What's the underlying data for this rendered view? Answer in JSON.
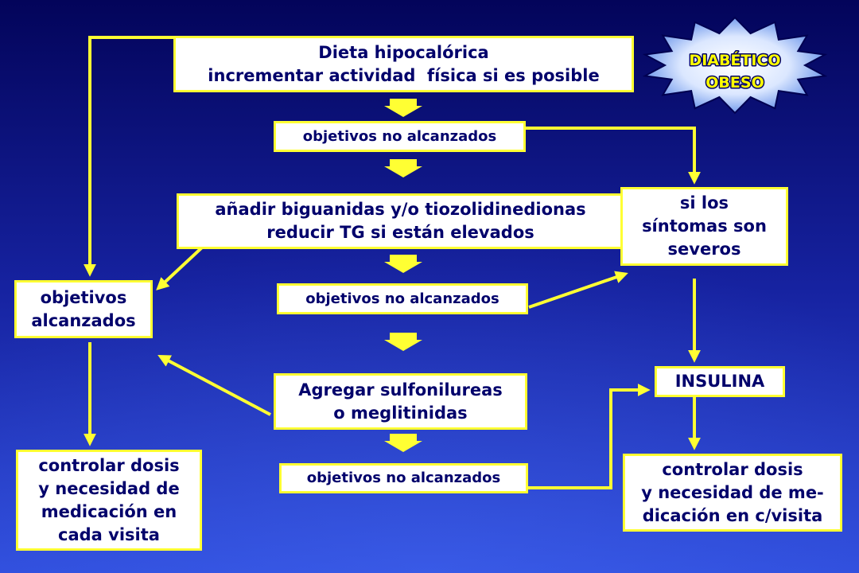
{
  "badge": {
    "lines": [
      "DIABÉTICO",
      "OBESO"
    ]
  },
  "boxes": {
    "dieta": {
      "lines": [
        "Dieta hipocalórica",
        "incrementar actividad  física si es posible"
      ]
    },
    "no_alcanzados_1": {
      "lines": [
        "objetivos no alcanzados"
      ]
    },
    "biguanidas": {
      "lines": [
        "añadir biguanidas y/o tiozolidinedionas",
        "reducir TG si están elevados"
      ]
    },
    "sintomas_severos": {
      "lines": [
        "si los",
        "síntomas son",
        "severos"
      ]
    },
    "alcanzados": {
      "lines": [
        "objetivos",
        "alcanzados"
      ]
    },
    "no_alcanzados_2": {
      "lines": [
        "objetivos no alcanzados"
      ]
    },
    "sulfonilureas": {
      "lines": [
        "Agregar sulfonilureas",
        "o meglitinidas"
      ]
    },
    "insulina": {
      "lines": [
        "INSULINA"
      ]
    },
    "controlar_izq": {
      "lines": [
        "controlar dosis",
        "y necesidad de",
        "medicación en",
        "cada visita"
      ]
    },
    "no_alcanzados_3": {
      "lines": [
        "objetivos no alcanzados"
      ]
    },
    "controlar_der": {
      "lines": [
        "controlar dosis",
        "y necesidad de me-",
        "dicación en c/visita"
      ]
    }
  },
  "colors": {
    "background_top": "#03045a",
    "background_middle": "#1622a0",
    "background_bottom": "#2f4ddc",
    "box_border": "#ffff33",
    "box_fill": "#ffffff",
    "box_text": "#00006b",
    "arrow": "#ffff33",
    "badge_text": "#ffff00",
    "badge_outline": "#000066"
  }
}
